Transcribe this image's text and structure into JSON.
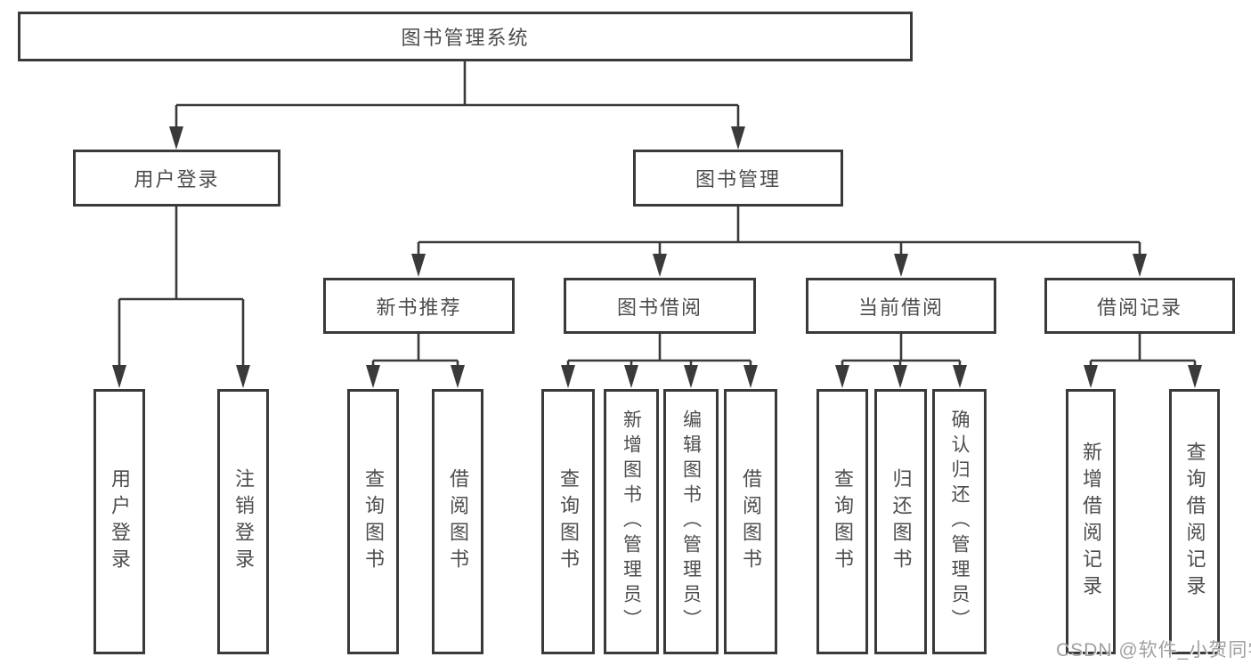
{
  "diagram": {
    "root": {
      "label": "图书管理系统"
    },
    "level2": {
      "user_login": {
        "label": "用户登录"
      },
      "book_mgmt": {
        "label": "图书管理"
      }
    },
    "level3": {
      "new_books": {
        "label": "新书推荐"
      },
      "book_borrow": {
        "label": "图书借阅"
      },
      "current_borrow": {
        "label": "当前借阅"
      },
      "borrow_records": {
        "label": "借阅记录"
      }
    },
    "leaves": {
      "user_login": [
        "用户登录",
        "注销登录"
      ],
      "new_books": [
        "查询图书",
        "借阅图书"
      ],
      "book_borrow": [
        "查询图书",
        "新增图书（管理员）",
        "编辑图书（管理员）",
        "借阅图书"
      ],
      "current_borrow": [
        "查询图书",
        "归还图书",
        "确认归还（管理员）"
      ],
      "borrow_records": [
        "新增借阅记录",
        "查询借阅记录"
      ]
    },
    "line_color": "#3a3a3a",
    "text_color": "#4d4d4d"
  },
  "watermark": {
    "text": "CSDN @软件_小贺同学"
  }
}
